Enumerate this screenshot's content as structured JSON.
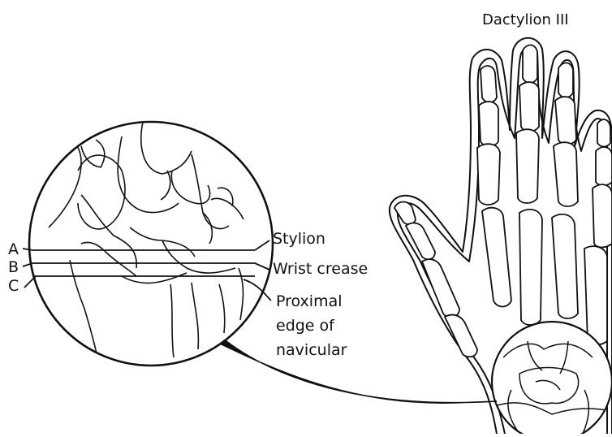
{
  "labels": {
    "dactylion": "Dactylion III",
    "stylion": "Stylion",
    "wrist_crease": "Wrist crease",
    "navicular_line1": "Proximal",
    "navicular_line2": "edge of",
    "navicular_line3": "navicular",
    "line_a": "A",
    "line_b": "B",
    "line_c": "C"
  },
  "colors": {
    "ink": "#111111",
    "background": "#ffffff"
  }
}
